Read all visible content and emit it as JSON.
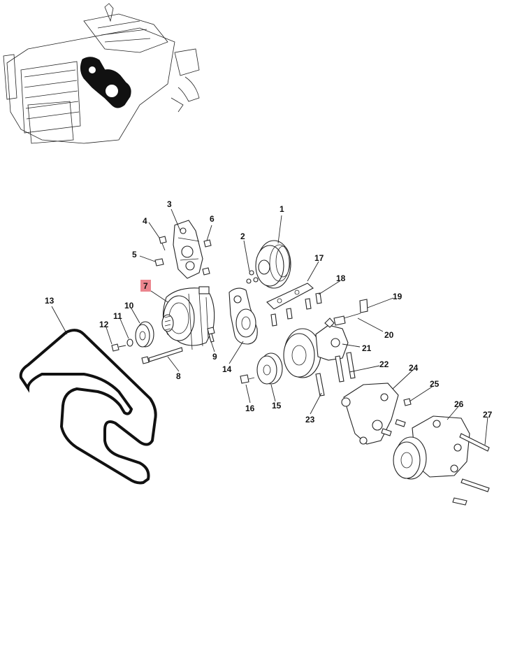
{
  "diagram": {
    "highlight_color": "#e8707a",
    "callouts": [
      {
        "id": "1",
        "label": "1"
      },
      {
        "id": "2",
        "label": "2"
      },
      {
        "id": "3",
        "label": "3"
      },
      {
        "id": "4",
        "label": "4"
      },
      {
        "id": "5",
        "label": "5"
      },
      {
        "id": "6",
        "label": "6"
      },
      {
        "id": "7",
        "label": "7",
        "highlighted": true
      },
      {
        "id": "8",
        "label": "8"
      },
      {
        "id": "9",
        "label": "9"
      },
      {
        "id": "10",
        "label": "10"
      },
      {
        "id": "11",
        "label": "11"
      },
      {
        "id": "12",
        "label": "12"
      },
      {
        "id": "13",
        "label": "13"
      },
      {
        "id": "14",
        "label": "14"
      },
      {
        "id": "15",
        "label": "15"
      },
      {
        "id": "16",
        "label": "16"
      },
      {
        "id": "17",
        "label": "17"
      },
      {
        "id": "18",
        "label": "18"
      },
      {
        "id": "19",
        "label": "19"
      },
      {
        "id": "20",
        "label": "20"
      },
      {
        "id": "21",
        "label": "21"
      },
      {
        "id": "22",
        "label": "22"
      },
      {
        "id": "23",
        "label": "23"
      },
      {
        "id": "24",
        "label": "24"
      },
      {
        "id": "25",
        "label": "25"
      },
      {
        "id": "26",
        "label": "26"
      },
      {
        "id": "27",
        "label": "27"
      }
    ]
  }
}
